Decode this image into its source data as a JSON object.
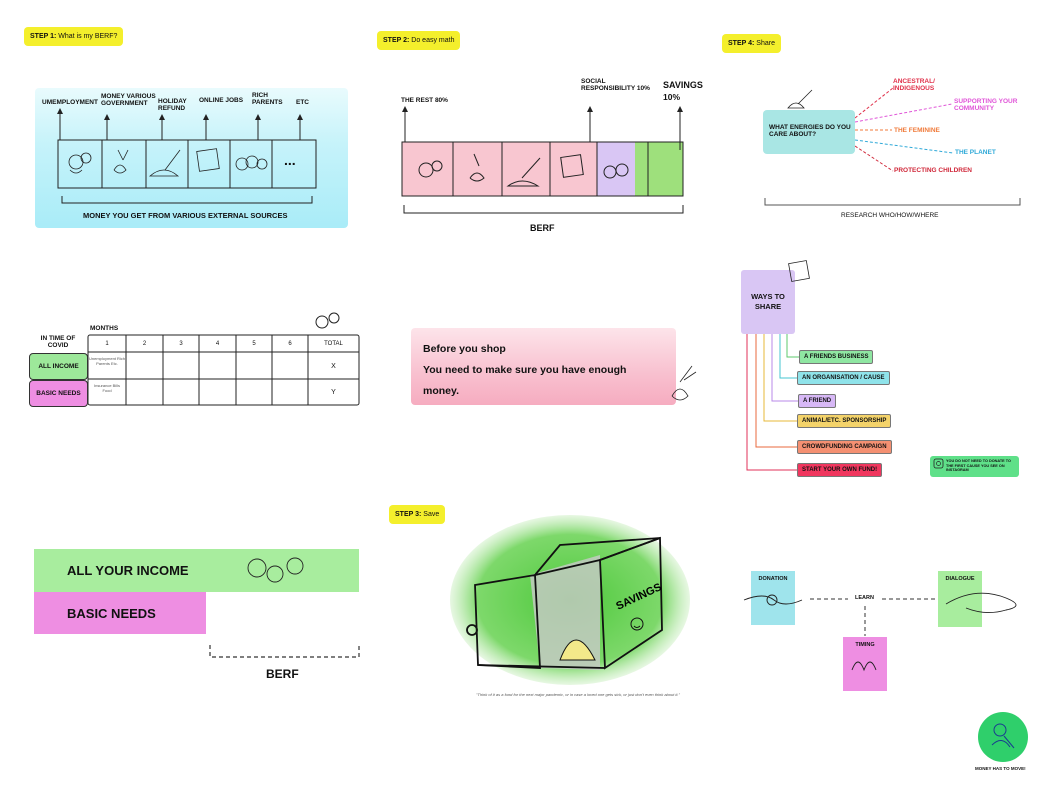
{
  "steps": {
    "s1": {
      "num": "STEP 1:",
      "text": "What is my BERF?"
    },
    "s2": {
      "num": "STEP 2:",
      "text": "Do easy math"
    },
    "s3": {
      "num": "STEP 3:",
      "text": "Save"
    },
    "s4": {
      "num": "STEP 4:",
      "text": "Share"
    }
  },
  "sources": {
    "labels": [
      "UMEMPLOYMENT",
      "MONEY VARIOUS GOVERNMENT",
      "HOLIDAY REFUND",
      "ONLINE JOBS",
      "RICH PARENTS",
      "ETC"
    ],
    "ellipsis": "...",
    "caption": "MONEY YOU GET FROM VARIOUS EXTERNAL SOURCES"
  },
  "math": {
    "rest": "THE REST 80%",
    "social": "SOCIAL RESPONSIBILITY 10%",
    "savings_title": "SAVINGS",
    "savings_pct": "10%",
    "berf": "BERF"
  },
  "share": {
    "question": "WHAT ENERGIES DO YOU CARE ABOUT?",
    "energies": [
      {
        "text": "ANCESTRAL/ INDIGENOUS",
        "color": "#e0304a"
      },
      {
        "text": "SUPPORTING YOUR COMMUNITY",
        "color": "#e056d8"
      },
      {
        "text": "THE FEMININE",
        "color": "#f07a3a"
      },
      {
        "text": "THE PLANET",
        "color": "#2fa9d8"
      },
      {
        "text": "PROTECTING CHILDREN",
        "color": "#d0283a"
      }
    ],
    "research": "RESEARCH WHO/HOW/WHERE"
  },
  "table": {
    "months": "MONTHS",
    "header_left": "IN TIME OF COVID",
    "cols": [
      "1",
      "2",
      "3",
      "4",
      "5",
      "6",
      "TOTAL"
    ],
    "rows": [
      {
        "label": "ALL INCOME",
        "note": "Unemployment Rich Parents Etc.",
        "total": "X",
        "color": "#9de89a"
      },
      {
        "label": "BASIC NEEDS",
        "note": "Insurance Bills Food",
        "total": "Y",
        "color": "#ee8ee2"
      }
    ]
  },
  "shop": {
    "line1": "Before you shop",
    "line2": "You need to make sure you have enough",
    "line3": "money."
  },
  "ways": {
    "title": "WAYS TO SHARE",
    "items": [
      {
        "text": "A FRIENDS BUSINESS",
        "color": "#8fe6a2",
        "line": "#5cc86d"
      },
      {
        "text": "AN ORGANISATION / CAUSE",
        "color": "#8fe3ea",
        "line": "#46c4d2"
      },
      {
        "text": "A FRIEND",
        "color": "#d7b8f6",
        "line": "#b88ae8"
      },
      {
        "text": "ANIMAL/ETC. SPONSORSHIP",
        "color": "#f4d36a",
        "line": "#e7b93a"
      },
      {
        "text": "CROWDFUNDING CAMPAIGN",
        "color": "#f49072",
        "line": "#e8683e"
      },
      {
        "text": "START YOUR OWN FUND!",
        "color": "#f0365e",
        "line": "#e0305a"
      }
    ],
    "insta": "YOU DO NOT NEED TO DONATE TO THE FIRST CAUSE YOU SEE ON INSTAGRAM"
  },
  "income": {
    "all": "ALL YOUR INCOME",
    "basic": "BASIC NEEDS",
    "berf": "BERF"
  },
  "save": {
    "safe_word": "SAVINGS",
    "quote": "\"Think of it as a fund for the next major pandemic, or in case a loved one gets sick, or just don't even think about it.\""
  },
  "cycle": {
    "donation": "DONATION",
    "dialogue": "DIALOGUE",
    "learn": "LEARN",
    "timing": "TIMING"
  },
  "footer": {
    "text": "MONEY HAS TO MOVE!"
  },
  "colors": {
    "yellow": "#f4ef2c",
    "cyan_grad": "#bff3fb",
    "pink": "#f8c6d0",
    "lavender": "#d9c6f4",
    "green": "#9ee07c",
    "teal": "#a9e6e4",
    "income_green": "#a8ed9e",
    "basic_pink": "#ee8ee2"
  }
}
